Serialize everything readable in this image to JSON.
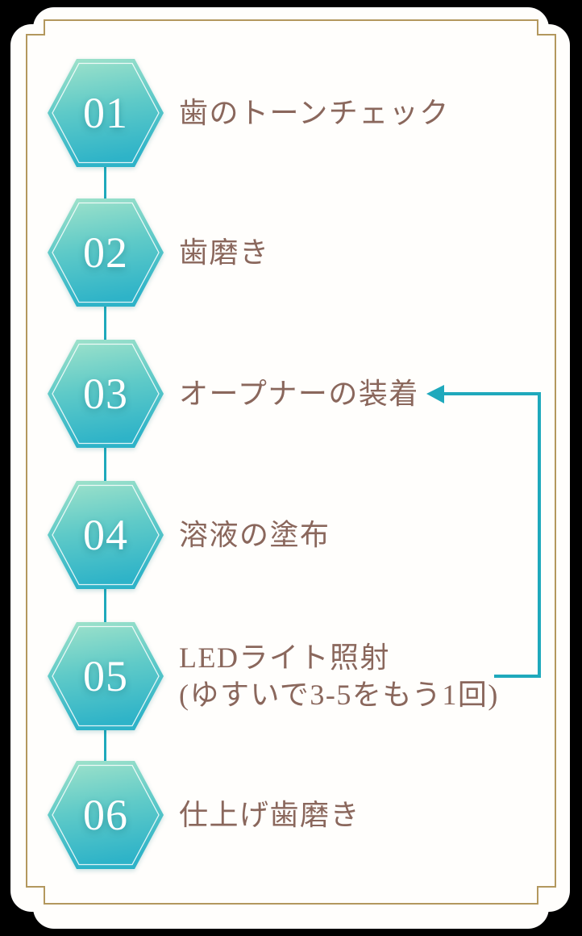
{
  "page": {
    "background_color": "#000000",
    "card_color": "#fffefc",
    "frame_border_color": "#b3985e"
  },
  "flow": {
    "accent_color": "#1fa9bc",
    "hex_gradient_top": "#a2e3ca",
    "hex_gradient_bottom": "#2eb3c8",
    "label_text_color": "#8a675c",
    "number_text_color": "#ffffff",
    "steps": [
      {
        "number": "01",
        "label": "歯のトーンチェック"
      },
      {
        "number": "02",
        "label": "歯磨き"
      },
      {
        "number": "03",
        "label": "オープナーの装着"
      },
      {
        "number": "04",
        "label": "溶液の塗布"
      },
      {
        "number": "05",
        "label": "LEDライト照射",
        "label_line2": "(ゆすいで3-5をもう1回)"
      },
      {
        "number": "06",
        "label": "仕上げ歯磨き"
      }
    ],
    "loop_arrow": {
      "from_step": "05",
      "to_step": "03",
      "color": "#1fa9bc"
    }
  }
}
